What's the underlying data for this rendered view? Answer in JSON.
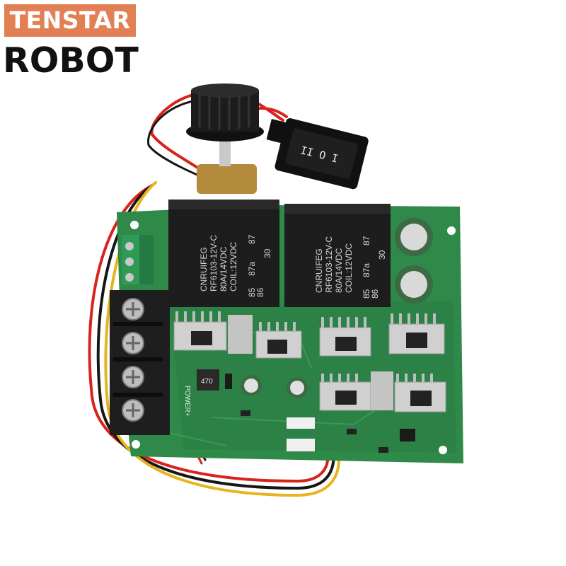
{
  "brand": {
    "badge_text": "TENSTAR",
    "word_text": "ROBOT",
    "badge_color": "#e27f54"
  },
  "relay_left": {
    "line1": "CNRUIFEG",
    "line2": "RF6103-12V-C",
    "line3": "80A/14VDC",
    "line4": "COIL:12VDC",
    "pin_a": "87",
    "pin_b": "30",
    "pin_c": "87a",
    "pin_d": "85",
    "pin_e": "86"
  },
  "relay_right": {
    "line1": "CNRUIFEG",
    "line2": "RF6103-12V-C",
    "line3": "80A/14VDC",
    "line4": "COIL:12VDC",
    "pin_a": "87",
    "pin_b": "30",
    "pin_c": "87a",
    "pin_d": "85",
    "pin_e": "86"
  },
  "switch_symbols": "II  O  I",
  "inductor_marking": "470",
  "board_silkscreen": "POWER+",
  "colors": {
    "pcb": "#2f8a4a",
    "relay": "#1d1d1d",
    "wire_red": "#d8231c",
    "wire_black": "#161616",
    "wire_yellow": "#e6b41c"
  }
}
